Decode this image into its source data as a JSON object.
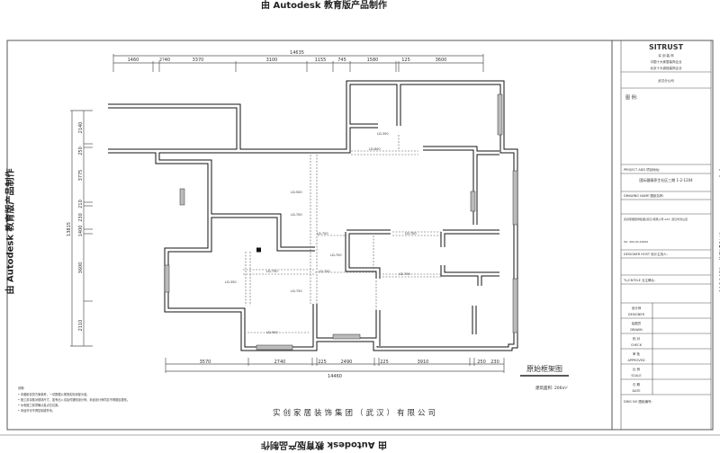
{
  "watermark": "由 Autodesk 教育版产品制作",
  "drawing": {
    "title": "原始框架图",
    "area": "建筑面积: 206m²",
    "company": "实创家居装饰集团（武汉）有限公司",
    "notes_heading": "说明:",
    "notes": [
      "• 本图纸仅供方案参考，一切数据以现场实际测量为准。",
      "• 施工前请核对现场尺寸，如有出入请及时通知设计师，未经设计师同意不得擅自更改。",
      "• 水电施工前须确认各点位位置。",
      "• 未经许可不得复制或外传。"
    ],
    "dims_top_total": "14635",
    "dims_top": [
      "1460",
      "2?40",
      "3370",
      "3100",
      "1155",
      "745",
      "1580",
      "125",
      "3600"
    ],
    "dims_bottom": [
      "3570",
      "2740",
      "225",
      "2490",
      "225",
      "3910",
      "250",
      "230"
    ],
    "dims_bottom_total": "14460",
    "dims_left": [
      "2140",
      "250",
      "3775",
      "210",
      "230",
      "1400",
      "3600",
      "2110"
    ],
    "dims_left_total": "13815",
    "beam_labels": [
      "LD-350",
      "LD-800",
      "LD-500",
      "LD-700",
      "LD-700",
      "LD-700",
      "LD-700",
      "LD-750",
      "LD-700",
      "LD-700",
      "LD-350",
      "LD-750",
      "LD-500"
    ]
  },
  "title_block": {
    "logo": "SITRUST",
    "logo_sub": "实 创 装 饰",
    "line1": "中国十大家居装饰企业",
    "line2": "北京十大诚信装饰企业",
    "branch": "武汉分公司",
    "legend": "图 例:",
    "project": "PROJECT ADD  项目地址:",
    "project_value": "国际健康养生社区三期 1-2-1204",
    "drawing_name": "DRAWING NAME  图纸名称:",
    "address": "实创家居装饰集团(武汉)有限公司 Add: 武汉市洪山区",
    "tel": "Tel: 400-00-20000",
    "designer_host": "DESIGNER HOST  设计主持人:",
    "client": "TL/CNTELE  业主确认:",
    "rows": [
      {
        "cn": "设计师",
        "en": "DESIGNER"
      },
      {
        "cn": "绘图员",
        "en": "DRAWN"
      },
      {
        "cn": "校 对",
        "en": "CHECK"
      },
      {
        "cn": "审 批",
        "en": "APPROVED"
      },
      {
        "cn": "比 例",
        "en": "SCALE"
      },
      {
        "cn": "日 期",
        "en": "DATE"
      }
    ],
    "dwg_no": "DWG NO  图纸编号:"
  }
}
